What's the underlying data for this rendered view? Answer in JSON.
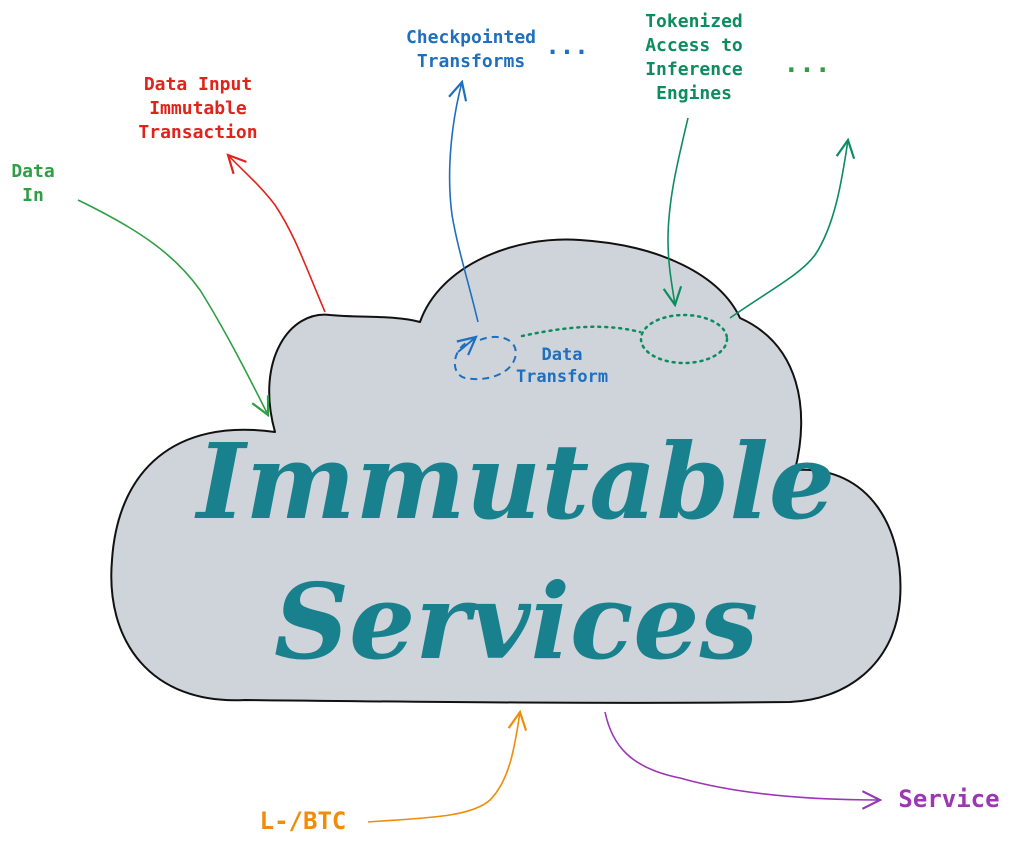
{
  "colors": {
    "cloud_fill": "#cfd4da",
    "cloud_stroke": "#111111",
    "title": "#19818d",
    "red": "#e0231c",
    "green": "#2f9e44",
    "blue": "#1f6fc0",
    "teal_green": "#0c8d5f",
    "orange": "#ef8c0a",
    "purple": "#9c36b5"
  },
  "cloud": {
    "title_line1": "Immutable",
    "title_line2": "Services"
  },
  "labels": {
    "data_in": [
      "Data",
      "In"
    ],
    "data_input_tx": [
      "Data Input",
      "Immutable",
      "Transaction"
    ],
    "checkpointed": [
      "Checkpointed",
      "Transforms"
    ],
    "checkpointed_more": "...",
    "tokenized": [
      "Tokenized",
      "Access to",
      "Inference",
      "Engines"
    ],
    "tokenized_more": "...",
    "data_transform": [
      "Data",
      "Transform"
    ],
    "lbtc": "L-/BTC",
    "service": "Service"
  }
}
